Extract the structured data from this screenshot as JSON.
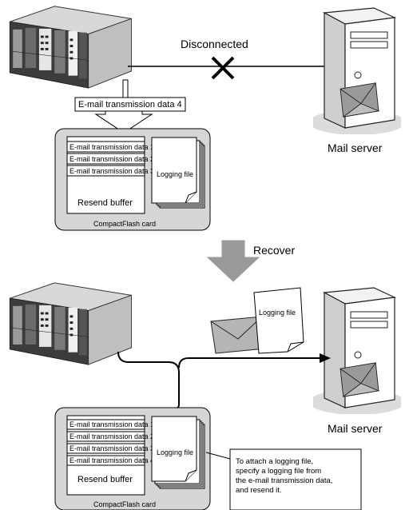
{
  "top": {
    "status_label": "Disconnected",
    "incoming_data": "E-mail transmission data 4",
    "buffer_items": [
      "E-mail transmission data 1",
      "E-mail transmission data 2",
      "E-mail transmission data 3"
    ],
    "buffer_label": "Resend buffer",
    "logging_file": "Logging file",
    "card_label": "CompactFlash card",
    "server_label": "Mail server"
  },
  "transition": {
    "label": "Recover"
  },
  "bottom": {
    "buffer_items": [
      "E-mail transmission data 1",
      "E-mail transmission data 2",
      "E-mail transmission data 3",
      "E-mail transmission data 4"
    ],
    "buffer_label": "Resend buffer",
    "logging_file": "Logging file",
    "attached_file": "Logging file",
    "card_label": "CompactFlash card",
    "server_label": "Mail server",
    "note_lines": [
      "To attach a logging file,",
      "specify a logging file from",
      "the e-mail transmission data,",
      "and resend it."
    ]
  }
}
